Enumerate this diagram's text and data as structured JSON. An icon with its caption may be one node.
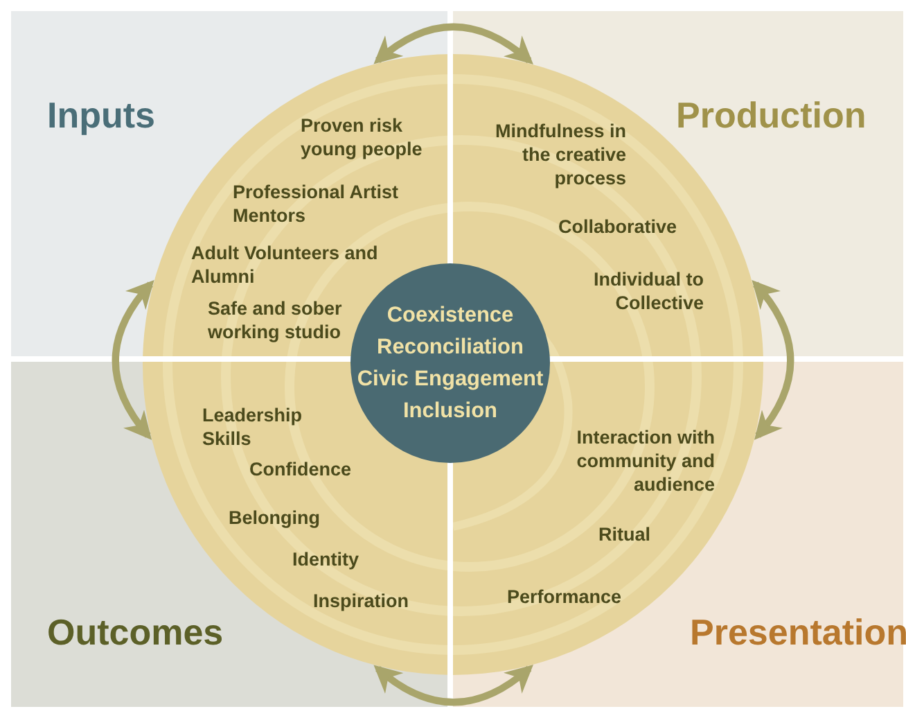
{
  "diagram": {
    "nodes": [
      {
        "text": [
          "Inputs",
          "Proven risk young people",
          "Professional Artist Mentors",
          "Adult Volunteers and Alumni",
          "Safe and sober working studio"
        ]
      },
      {
        "text": [
          "Production",
          "Mindfulness in the creative process",
          "Collaborative",
          "Individual to Collective"
        ]
      },
      {
        "text": [
          "Coexistence",
          "Reconciliation",
          "Civic Engagement",
          "Inclusion"
        ]
      },
      {
        "text": [
          "Outcomes",
          "Leadership Skills",
          "Confidence",
          "Belonging",
          "Identity",
          "Inspiration"
        ]
      },
      {
        "text": [
          "Presentation",
          "Interaction with community and audience",
          "Ritual",
          "Performance"
        ]
      }
    ],
    "edges": [
      {
        "from": 0,
        "to": 1,
        "arrow": "both"
      },
      {
        "from": 1,
        "to": 4,
        "arrow": "both"
      },
      {
        "from": 3,
        "to": 4,
        "arrow": "both"
      },
      {
        "from": 0,
        "to": 3,
        "arrow": "both"
      }
    ]
  }
}
